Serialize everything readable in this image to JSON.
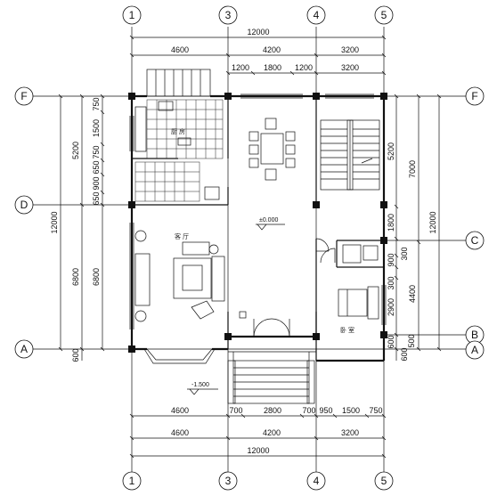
{
  "axes_top": [
    "1",
    "3",
    "4",
    "5"
  ],
  "axes_bottom": [
    "1",
    "3",
    "4",
    "5"
  ],
  "axes_left": [
    "F",
    "D",
    "A"
  ],
  "axes_right": [
    "F",
    "C",
    "B",
    "A"
  ],
  "top_dims": {
    "total": "12000",
    "row2": [
      "4600",
      "4200",
      "3200"
    ],
    "row3": [
      "1200",
      "1800",
      "1200",
      "3200"
    ]
  },
  "bottom_dims": {
    "row1": [
      "4600",
      "700",
      "2800",
      "700",
      "950",
      "1500",
      "750"
    ],
    "row2": [
      "4600",
      "4200",
      "3200"
    ],
    "total": "12000"
  },
  "left_dims": {
    "outer_total": "12000",
    "outer": [
      "5200",
      "6800",
      "600"
    ],
    "inner": [
      "750",
      "1500",
      "750",
      "650",
      "900",
      "650",
      "6800"
    ]
  },
  "right_dims": {
    "outer_total": "12000",
    "middle": [
      "7000",
      "4400"
    ],
    "inner": [
      "5200",
      "1800",
      "900",
      "300",
      "300",
      "2900",
      "600",
      "600",
      "500"
    ]
  },
  "levels": {
    "interior": "±0.000",
    "exterior": "-1.500"
  },
  "rooms": {
    "kitchen": "厨 房",
    "living": "客 厅",
    "bedroom": "卧 室"
  }
}
